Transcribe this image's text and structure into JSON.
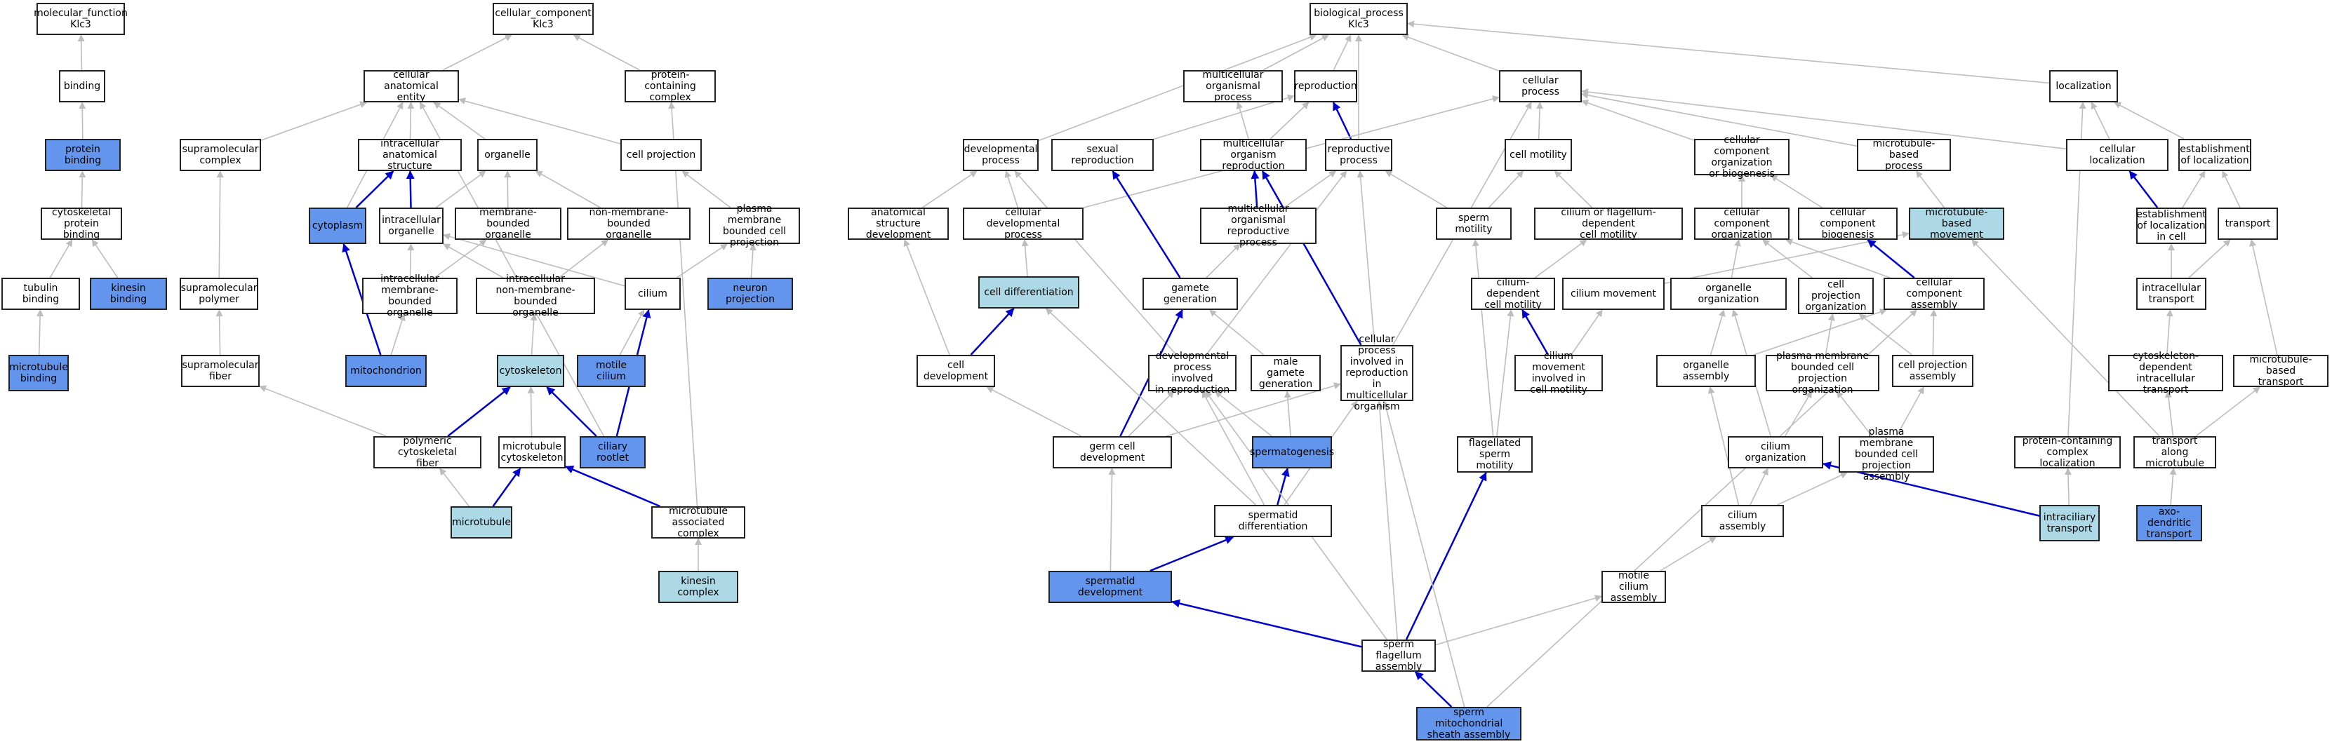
{
  "colors": {
    "stroke_gray": "#bdbdbd",
    "stroke_blue": "#0000cd",
    "fill_dark": "#6495ed",
    "fill_light": "#add8e6"
  },
  "nodes": {
    "mf_root": "molecular_function\nKlc3",
    "binding": "binding",
    "protein_binding": "protein binding",
    "cytoskeletal_protein_binding": "cytoskeletal\nprotein binding",
    "tubulin_binding": "tubulin binding",
    "kinesin_binding": "kinesin binding",
    "microtubule_binding": "microtubule\nbinding",
    "cc_root": "cellular_component\nKlc3",
    "cellular_anatomical_entity": "cellular anatomical\nentity",
    "protein_containing_complex": "protein-containing\ncomplex",
    "supramolecular_complex": "supramolecular\ncomplex",
    "intracellular_anatomical_structure": "intracellular\nanatomical structure",
    "organelle": "organelle",
    "cell_projection": "cell projection",
    "cytoplasm": "cytoplasm",
    "intracellular_organelle": "intracellular\norganelle",
    "membrane_bounded_organelle": "membrane-bounded\norganelle",
    "non_membrane_bounded_organelle": "non-membrane-bounded\norganelle",
    "plasma_membrane_bounded_cell_projection": "plasma membrane\nbounded cell\nprojection",
    "supramolecular_polymer": "supramolecular\npolymer",
    "intracellular_membrane_bounded_organelle": "intracellular\nmembrane-bounded\norganelle",
    "intracellular_non_membrane_bounded_organelle": "intracellular\nnon-membrane-bounded\norganelle",
    "cilium": "cilium",
    "neuron_projection": "neuron projection",
    "supramolecular_fiber": "supramolecular\nfiber",
    "mitochondrion": "mitochondrion",
    "cytoskeleton": "cytoskeleton",
    "motile_cilium": "motile cilium",
    "polymeric_cytoskeletal_fiber": "polymeric cytoskeletal\nfiber",
    "microtubule_cytoskeleton": "microtubule\ncytoskeleton",
    "ciliary_rootlet": "ciliary rootlet",
    "microtubule": "microtubule",
    "microtubule_associated_complex": "microtubule\nassociated complex",
    "kinesin_complex": "kinesin complex",
    "bp_root": "biological_process\nKlc3",
    "multicellular_organismal_process": "multicellular\norganismal process",
    "reproduction": "reproduction",
    "cellular_process": "cellular process",
    "localization": "localization",
    "developmental_process": "developmental\nprocess",
    "sexual_reproduction": "sexual reproduction",
    "multicellular_organism_reproduction": "multicellular\norganism reproduction",
    "reproductive_process": "reproductive\nprocess",
    "cell_motility": "cell motility",
    "cellular_component_organization_or_biogenesis": "cellular component\norganization\nor biogenesis",
    "microtubule_based_process": "microtubule-based\nprocess",
    "cellular_localization": "cellular localization",
    "establishment_of_localization": "establishment\nof localization",
    "anatomical_structure_development": "anatomical structure\ndevelopment",
    "cellular_developmental_process": "cellular developmental\nprocess",
    "multicellular_organismal_reproductive_process": "multicellular\norganismal reproductive\nprocess",
    "sperm_motility": "sperm motility",
    "cilium_or_flagellum_dependent_cell_motility": "cilium or flagellum-dependent\ncell motility",
    "cellular_component_organization": "cellular component\norganization",
    "cellular_component_biogenesis": "cellular component\nbiogenesis",
    "microtubule_based_movement": "microtubule-based\nmovement",
    "establishment_of_localization_in_cell": "establishment\nof localization\nin cell",
    "transport": "transport",
    "cell_differentiation": "cell differentiation",
    "gamete_generation": "gamete generation",
    "cilium_dependent_cell_motility": "cilium-dependent\ncell motility",
    "cilium_movement": "cilium movement",
    "organelle_organization": "organelle organization",
    "cell_projection_organization": "cell projection\norganization",
    "cellular_component_assembly": "cellular component\nassembly",
    "intracellular_transport": "intracellular\ntransport",
    "cell_development": "cell development",
    "developmental_process_involved_in_reproduction": "developmental\nprocess involved\nin reproduction",
    "male_gamete_generation": "male gamete\ngeneration",
    "cellular_process_involved_in_reproduction": "cellular process\ninvolved in\nreproduction\nin multicellular\norganism",
    "cilium_movement_involved_in_cell_motility": "cilium movement\ninvolved in\ncell motility",
    "organelle_assembly": "organelle assembly",
    "plasma_membrane_bounded_cell_projection_organization": "plasma membrane\nbounded cell\nprojection organization",
    "cell_projection_assembly": "cell projection\nassembly",
    "cytoskeleton_dependent_intracellular_transport": "cytoskeleton-dependent\nintracellular\ntransport",
    "microtubule_based_transport": "microtubule-based\ntransport",
    "germ_cell_development": "germ cell development",
    "spermatogenesis": "spermatogenesis",
    "flagellated_sperm_motility": "flagellated\nsperm motility",
    "cilium_organization": "cilium organization",
    "plasma_membrane_bounded_cell_projection_assembly": "plasma membrane\nbounded cell\nprojection assembly",
    "protein_containing_complex_localization": "protein-containing\ncomplex localization",
    "transport_along_microtubule": "transport along\nmicrotubule",
    "spermatid_differentiation": "spermatid differentiation",
    "cilium_assembly": "cilium assembly",
    "intraciliary_transport": "intraciliary\ntransport",
    "axo_dendritic_transport": "axo-dendritic\ntransport",
    "spermatid_development": "spermatid development",
    "motile_cilium_assembly": "motile cilium\nassembly",
    "sperm_flagellum_assembly": "sperm flagellum\nassembly",
    "sperm_mitochondrial_sheath_assembly": "sperm mitochondrial\nsheath assembly"
  },
  "highlight": {
    "protein_binding": "dark",
    "kinesin_binding": "dark",
    "microtubule_binding": "dark",
    "cytoplasm": "dark",
    "neuron_projection": "dark",
    "mitochondrion": "dark",
    "motile_cilium": "dark",
    "ciliary_rootlet": "dark",
    "cytoskeleton": "light",
    "microtubule": "light",
    "kinesin_complex": "light",
    "cell_differentiation": "light",
    "microtubule_based_movement": "light",
    "spermatogenesis": "dark",
    "spermatid_development": "dark",
    "intraciliary_transport": "light",
    "axo_dendritic_transport": "dark",
    "sperm_mitochondrial_sheath_assembly": "dark"
  },
  "edges": [
    [
      "binding",
      "mf_root",
      "g"
    ],
    [
      "protein_binding",
      "binding",
      "g"
    ],
    [
      "cytoskeletal_protein_binding",
      "protein_binding",
      "g"
    ],
    [
      "tubulin_binding",
      "cytoskeletal_protein_binding",
      "g"
    ],
    [
      "kinesin_binding",
      "cytoskeletal_protein_binding",
      "g"
    ],
    [
      "microtubule_binding",
      "tubulin_binding",
      "g"
    ],
    [
      "cellular_anatomical_entity",
      "cc_root",
      "g"
    ],
    [
      "protein_containing_complex",
      "cc_root",
      "g"
    ],
    [
      "supramolecular_complex",
      "cellular_anatomical_entity",
      "g"
    ],
    [
      "intracellular_anatomical_structure",
      "cellular_anatomical_entity",
      "g"
    ],
    [
      "organelle",
      "cellular_anatomical_entity",
      "g"
    ],
    [
      "cell_projection",
      "cellular_anatomical_entity",
      "g"
    ],
    [
      "cytoplasm",
      "cellular_anatomical_entity",
      "g"
    ],
    [
      "cytoplasm",
      "intracellular_anatomical_structure",
      "b"
    ],
    [
      "intracellular_organelle",
      "intracellular_anatomical_structure",
      "b"
    ],
    [
      "intracellular_organelle",
      "organelle",
      "g"
    ],
    [
      "membrane_bounded_organelle",
      "organelle",
      "g"
    ],
    [
      "non_membrane_bounded_organelle",
      "organelle",
      "g"
    ],
    [
      "plasma_membrane_bounded_cell_projection",
      "cell_projection",
      "g"
    ],
    [
      "supramolecular_polymer",
      "supramolecular_complex",
      "g"
    ],
    [
      "intracellular_membrane_bounded_organelle",
      "intracellular_organelle",
      "g"
    ],
    [
      "intracellular_membrane_bounded_organelle",
      "membrane_bounded_organelle",
      "g"
    ],
    [
      "intracellular_non_membrane_bounded_organelle",
      "intracellular_organelle",
      "g"
    ],
    [
      "intracellular_non_membrane_bounded_organelle",
      "non_membrane_bounded_organelle",
      "g"
    ],
    [
      "cilium",
      "plasma_membrane_bounded_cell_projection",
      "g"
    ],
    [
      "cilium",
      "intracellular_organelle",
      "g"
    ],
    [
      "neuron_projection",
      "plasma_membrane_bounded_cell_projection",
      "g"
    ],
    [
      "supramolecular_fiber",
      "supramolecular_polymer",
      "g"
    ],
    [
      "mitochondrion",
      "intracellular_membrane_bounded_organelle",
      "g"
    ],
    [
      "mitochondrion",
      "cytoplasm",
      "b"
    ],
    [
      "cytoskeleton",
      "intracellular_non_membrane_bounded_organelle",
      "g"
    ],
    [
      "motile_cilium",
      "cilium",
      "g"
    ],
    [
      "polymeric_cytoskeletal_fiber",
      "supramolecular_fiber",
      "g"
    ],
    [
      "polymeric_cytoskeletal_fiber",
      "cytoskeleton",
      "b"
    ],
    [
      "microtubule_cytoskeleton",
      "cytoskeleton",
      "g"
    ],
    [
      "ciliary_rootlet",
      "cytoskeleton",
      "b"
    ],
    [
      "ciliary_rootlet",
      "cilium",
      "b"
    ],
    [
      "ciliary_rootlet",
      "cellular_anatomical_entity",
      "g"
    ],
    [
      "microtubule",
      "polymeric_cytoskeletal_fiber",
      "g"
    ],
    [
      "microtubule",
      "microtubule_cytoskeleton",
      "b"
    ],
    [
      "microtubule_associated_complex",
      "microtubule_cytoskeleton",
      "b"
    ],
    [
      "microtubule_associated_complex",
      "protein_containing_complex",
      "g"
    ],
    [
      "kinesin_complex",
      "microtubule_associated_complex",
      "g"
    ],
    [
      "multicellular_organismal_process",
      "bp_root",
      "g"
    ],
    [
      "reproduction",
      "bp_root",
      "g"
    ],
    [
      "cellular_process",
      "bp_root",
      "g"
    ],
    [
      "localization",
      "bp_root",
      "g"
    ],
    [
      "developmental_process",
      "bp_root",
      "g"
    ],
    [
      "sexual_reproduction",
      "reproduction",
      "g"
    ],
    [
      "multicellular_organism_reproduction",
      "reproduction",
      "g"
    ],
    [
      "multicellular_organism_reproduction",
      "multicellular_organismal_process",
      "g"
    ],
    [
      "reproductive_process",
      "reproduction",
      "b"
    ],
    [
      "reproductive_process",
      "bp_root",
      "g"
    ],
    [
      "cell_motility",
      "cellular_process",
      "g"
    ],
    [
      "cellular_component_organization_or_biogenesis",
      "cellular_process",
      "g"
    ],
    [
      "microtubule_based_process",
      "cellular_process",
      "g"
    ],
    [
      "cellular_localization",
      "cellular_process",
      "g"
    ],
    [
      "cellular_localization",
      "localization",
      "g"
    ],
    [
      "establishment_of_localization",
      "localization",
      "g"
    ],
    [
      "anatomical_structure_development",
      "developmental_process",
      "g"
    ],
    [
      "cellular_developmental_process",
      "developmental_process",
      "g"
    ],
    [
      "cellular_developmental_process",
      "cellular_process",
      "g"
    ],
    [
      "multicellular_organismal_reproductive_process",
      "multicellular_organism_reproduction",
      "b"
    ],
    [
      "multicellular_organismal_reproductive_process",
      "reproductive_process",
      "g"
    ],
    [
      "sperm_motility",
      "cell_motility",
      "g"
    ],
    [
      "sperm_motility",
      "reproductive_process",
      "g"
    ],
    [
      "cilium_or_flagellum_dependent_cell_motility",
      "cell_motility",
      "g"
    ],
    [
      "cellular_component_organization",
      "cellular_component_organization_or_biogenesis",
      "g"
    ],
    [
      "cellular_component_biogenesis",
      "cellular_component_organization_or_biogenesis",
      "g"
    ],
    [
      "microtubule_based_movement",
      "microtubule_based_process",
      "g"
    ],
    [
      "establishment_of_localization_in_cell",
      "cellular_localization",
      "b"
    ],
    [
      "establishment_of_localization_in_cell",
      "establishment_of_localization",
      "g"
    ],
    [
      "transport",
      "establishment_of_localization",
      "g"
    ],
    [
      "cell_differentiation",
      "cellular_developmental_process",
      "g"
    ],
    [
      "gamete_generation",
      "sexual_reproduction",
      "b"
    ],
    [
      "gamete_generation",
      "multicellular_organismal_reproductive_process",
      "g"
    ],
    [
      "cilium_dependent_cell_motility",
      "cilium_or_flagellum_dependent_cell_motility",
      "g"
    ],
    [
      "cilium_movement",
      "microtubule_based_movement",
      "g"
    ],
    [
      "organelle_organization",
      "cellular_component_organization",
      "g"
    ],
    [
      "cell_projection_organization",
      "cellular_component_organization",
      "g"
    ],
    [
      "cellular_component_assembly",
      "cellular_component_biogenesis",
      "b"
    ],
    [
      "cellular_component_assembly",
      "cellular_component_organization",
      "g"
    ],
    [
      "intracellular_transport",
      "establishment_of_localization_in_cell",
      "g"
    ],
    [
      "intracellular_transport",
      "transport",
      "g"
    ],
    [
      "cell_development",
      "cell_differentiation",
      "b"
    ],
    [
      "cell_development",
      "anatomical_structure_development",
      "g"
    ],
    [
      "developmental_process_involved_in_reproduction",
      "developmental_process",
      "g"
    ],
    [
      "developmental_process_involved_in_reproduction",
      "reproductive_process",
      "g"
    ],
    [
      "male_gamete_generation",
      "gamete_generation",
      "g"
    ],
    [
      "cellular_process_involved_in_reproduction",
      "multicellular_organism_reproduction",
      "b"
    ],
    [
      "cellular_process_involved_in_reproduction",
      "cellular_process",
      "g"
    ],
    [
      "cellular_process_involved_in_reproduction",
      "reproductive_process",
      "g"
    ],
    [
      "cilium_movement_involved_in_cell_motility",
      "cilium_dependent_cell_motility",
      "b"
    ],
    [
      "cilium_movement_involved_in_cell_motility",
      "cilium_movement",
      "g"
    ],
    [
      "organelle_assembly",
      "organelle_organization",
      "g"
    ],
    [
      "organelle_assembly",
      "cellular_component_assembly",
      "g"
    ],
    [
      "plasma_membrane_bounded_cell_projection_organization",
      "cell_projection_organization",
      "g"
    ],
    [
      "cell_projection_assembly",
      "cell_projection_organization",
      "g"
    ],
    [
      "cell_projection_assembly",
      "cellular_component_assembly",
      "g"
    ],
    [
      "cytoskeleton_dependent_intracellular_transport",
      "intracellular_transport",
      "g"
    ],
    [
      "microtubule_based_transport",
      "transport",
      "g"
    ],
    [
      "germ_cell_development",
      "gamete_generation",
      "b"
    ],
    [
      "germ_cell_development",
      "cell_development",
      "g"
    ],
    [
      "germ_cell_development",
      "developmental_process_involved_in_reproduction",
      "g"
    ],
    [
      "germ_cell_development",
      "cellular_process_involved_in_reproduction",
      "g"
    ],
    [
      "spermatogenesis",
      "male_gamete_generation",
      "g"
    ],
    [
      "spermatogenesis",
      "developmental_process_involved_in_reproduction",
      "g"
    ],
    [
      "flagellated_sperm_motility",
      "cilium_dependent_cell_motility",
      "g"
    ],
    [
      "flagellated_sperm_motility",
      "sperm_motility",
      "g"
    ],
    [
      "cilium_organization",
      "plasma_membrane_bounded_cell_projection_organization",
      "g"
    ],
    [
      "cilium_organization",
      "organelle_organization",
      "g"
    ],
    [
      "plasma_membrane_bounded_cell_projection_assembly",
      "plasma_membrane_bounded_cell_projection_organization",
      "g"
    ],
    [
      "plasma_membrane_bounded_cell_projection_assembly",
      "cell_projection_assembly",
      "g"
    ],
    [
      "protein_containing_complex_localization",
      "localization",
      "g"
    ],
    [
      "transport_along_microtubule",
      "cytoskeleton_dependent_intracellular_transport",
      "g"
    ],
    [
      "transport_along_microtubule",
      "microtubule_based_transport",
      "g"
    ],
    [
      "transport_along_microtubule",
      "microtubule_based_movement",
      "g"
    ],
    [
      "spermatid_differentiation",
      "spermatogenesis",
      "b"
    ],
    [
      "spermatid_differentiation",
      "cell_differentiation",
      "g"
    ],
    [
      "spermatid_differentiation",
      "developmental_process_involved_in_reproduction",
      "g"
    ],
    [
      "spermatid_differentiation",
      "cellular_process_involved_in_reproduction",
      "g"
    ],
    [
      "cilium_assembly",
      "cilium_organization",
      "g"
    ],
    [
      "cilium_assembly",
      "plasma_membrane_bounded_cell_projection_assembly",
      "g"
    ],
    [
      "cilium_assembly",
      "organelle_assembly",
      "g"
    ],
    [
      "intraciliary_transport",
      "cilium_organization",
      "b"
    ],
    [
      "intraciliary_transport",
      "protein_containing_complex_localization",
      "g"
    ],
    [
      "axo_dendritic_transport",
      "transport_along_microtubule",
      "g"
    ],
    [
      "spermatid_development",
      "spermatid_differentiation",
      "b"
    ],
    [
      "spermatid_development",
      "germ_cell_development",
      "g"
    ],
    [
      "motile_cilium_assembly",
      "cilium_assembly",
      "g"
    ],
    [
      "sperm_flagellum_assembly",
      "spermatid_development",
      "b"
    ],
    [
      "sperm_flagellum_assembly",
      "flagellated_sperm_motility",
      "b"
    ],
    [
      "sperm_flagellum_assembly",
      "motile_cilium_assembly",
      "g"
    ],
    [
      "sperm_flagellum_assembly",
      "cellular_process_involved_in_reproduction",
      "g"
    ],
    [
      "sperm_flagellum_assembly",
      "developmental_process_involved_in_reproduction",
      "g"
    ],
    [
      "sperm_mitochondrial_sheath_assembly",
      "sperm_flagellum_assembly",
      "b"
    ],
    [
      "sperm_mitochondrial_sheath_assembly",
      "cellular_component_assembly",
      "g"
    ],
    [
      "sperm_mitochondrial_sheath_assembly",
      "cellular_process_involved_in_reproduction",
      "g"
    ]
  ]
}
